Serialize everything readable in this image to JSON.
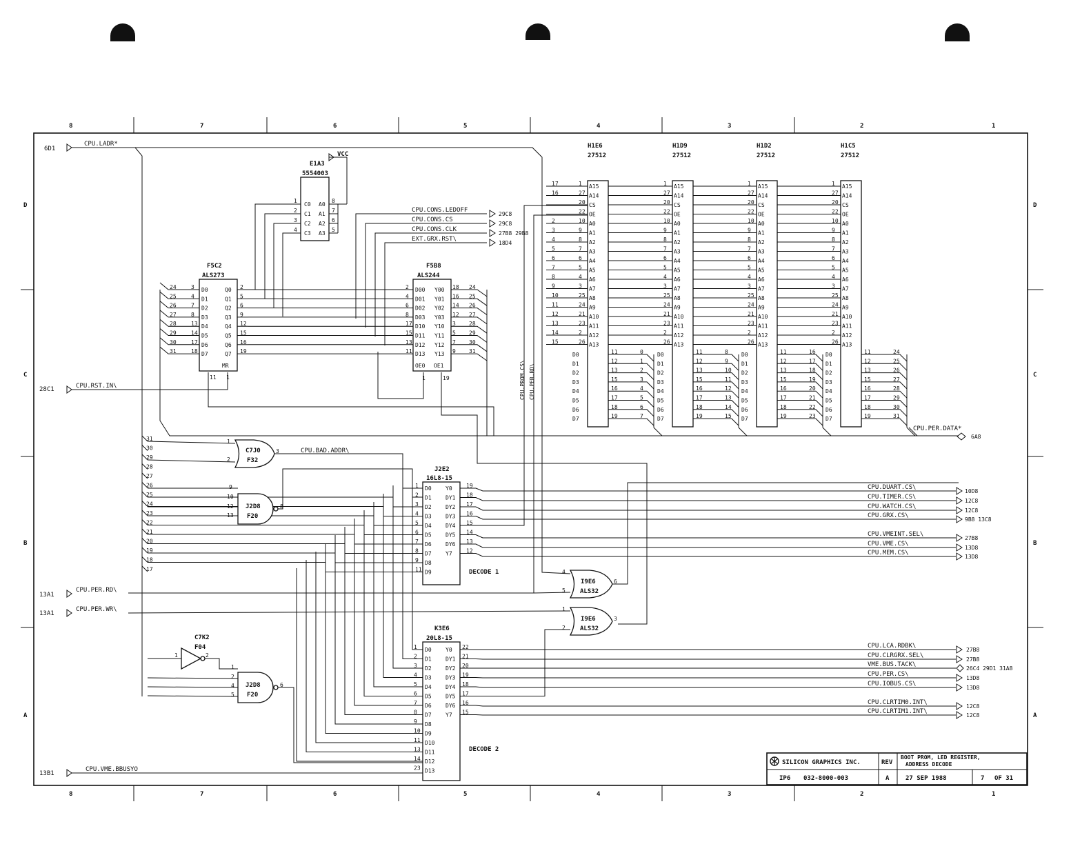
{
  "zones": [
    "8",
    "7",
    "6",
    "5",
    "4",
    "3",
    "2",
    "1"
  ],
  "rows": [
    "D",
    "C",
    "B",
    "A"
  ],
  "offpage": {
    "ladr": {
      "ref": "6D1",
      "label": "CPU.LADR*"
    },
    "rstin": {
      "ref": "28C1",
      "label": "CPU.RST.IN\\"
    },
    "perrd": {
      "ref": "13A1",
      "label": "CPU.PER.RD\\"
    },
    "perwr": {
      "ref": "13A1",
      "label": "CPU.PER.WR\\"
    },
    "bbusy": {
      "ref": "13B1",
      "label": "CPU.VME.BBUSYO"
    }
  },
  "vcc": "VCC",
  "e1a3": {
    "ref": "E1A3",
    "part": "5554003",
    "pins": [
      "C0",
      "C1",
      "C2",
      "C3",
      "A0",
      "A1",
      "A2",
      "A3"
    ],
    "left": [
      "1",
      "2",
      "3",
      "4"
    ],
    "right": [
      "8",
      "7",
      "6",
      "5"
    ]
  },
  "f5c2": {
    "ref": "F5C2",
    "part": "ALS273",
    "ins": [
      "D0",
      "D1",
      "D2",
      "D3",
      "D4",
      "D5",
      "D6",
      "D7"
    ],
    "outs": [
      "Q0",
      "Q1",
      "Q2",
      "Q3",
      "Q4",
      "Q5",
      "Q6",
      "Q7"
    ],
    "inpin": [
      "3",
      "4",
      "7",
      "8",
      "13",
      "14",
      "17",
      "18"
    ],
    "outpin": [
      "2",
      "5",
      "6",
      "9",
      "12",
      "15",
      "16",
      "19"
    ],
    "bus": [
      "24",
      "25",
      "26",
      "27",
      "28",
      "29",
      "30",
      "31"
    ],
    "mr": "MR",
    "clk": "11",
    "mrpin": "1"
  },
  "f5b8": {
    "ref": "F5B8",
    "part": "ALS244",
    "ins": [
      "D00",
      "D01",
      "D02",
      "D03",
      "D10",
      "D11",
      "D12",
      "D13"
    ],
    "outs": [
      "Y00",
      "Y01",
      "Y02",
      "Y03",
      "Y10",
      "Y11",
      "Y12",
      "Y13"
    ],
    "inpin": [
      "2",
      "4",
      "6",
      "8",
      "17",
      "15",
      "13",
      "11"
    ],
    "outpin": [
      "18",
      "16",
      "14",
      "12",
      "3",
      "5",
      "7",
      "9"
    ],
    "bus": [
      "24",
      "25",
      "26",
      "27",
      "28",
      "29",
      "30",
      "31"
    ],
    "oe0": "OE0",
    "oe1": "OE1",
    "oe0pin": "1",
    "oe1pin": "19"
  },
  "cons": [
    {
      "label": "CPU.CONS.LEDOFF",
      "ref": "29C8"
    },
    {
      "label": "CPU.CONS.CS",
      "ref": "29C8"
    },
    {
      "label": "CPU.CONS.CLK",
      "ref": "27B8 29B8"
    },
    {
      "label": "EXT.GRX.RST\\",
      "ref": "18D4"
    }
  ],
  "proms": [
    {
      "ref": "H1E6",
      "part": "27512",
      "data": [
        "0",
        "1",
        "2",
        "3",
        "4",
        "5",
        "6",
        "7"
      ]
    },
    {
      "ref": "H1D9",
      "part": "27512",
      "data": [
        "8",
        "9",
        "10",
        "11",
        "12",
        "13",
        "14",
        "15"
      ]
    },
    {
      "ref": "H1D2",
      "part": "27512",
      "data": [
        "16",
        "17",
        "18",
        "19",
        "20",
        "21",
        "22",
        "23"
      ]
    },
    {
      "ref": "H1C5",
      "part": "27512",
      "data": [
        "24",
        "25",
        "26",
        "27",
        "28",
        "29",
        "30",
        "31"
      ]
    }
  ],
  "prom_pins": {
    "names": [
      "A15",
      "A14",
      "CS",
      "OE",
      "A0",
      "A1",
      "A2",
      "A3",
      "A4",
      "A5",
      "A6",
      "A7",
      "A8",
      "A9",
      "A10",
      "A11",
      "A12",
      "A13"
    ],
    "nums": [
      "1",
      "27",
      "20",
      "22",
      "10",
      "9",
      "8",
      "7",
      "6",
      "5",
      "4",
      "3",
      "25",
      "24",
      "21",
      "23",
      "2",
      "26"
    ],
    "addr_first": [
      "17",
      "16",
      "",
      "",
      "2",
      "3",
      "4",
      "5",
      "6",
      "7",
      "8",
      "9",
      "10",
      "11",
      "12",
      "13",
      "14",
      "15"
    ],
    "dnames": [
      "D0",
      "D1",
      "D2",
      "D3",
      "D4",
      "D5",
      "D6",
      "D7"
    ],
    "dnums": [
      "11",
      "12",
      "13",
      "15",
      "16",
      "17",
      "18",
      "19"
    ]
  },
  "perdata": {
    "label": "CPU.PER.DATA*",
    "ref": "6A8"
  },
  "promcs": "CPU.PROM.CS\\",
  "perrd_v": "CPU.PER.RD\\",
  "c7j0": {
    "ref": "C7J0",
    "part": "F32",
    "in": [
      "1",
      "2"
    ],
    "out": "3",
    "bus": [
      "31",
      "30"
    ]
  },
  "badaddr": "CPU.BAD.ADDR\\",
  "j2d8a": {
    "ref": "J2D8",
    "part": "F20",
    "in": [
      "9",
      "10",
      "12",
      "13"
    ],
    "out": "8",
    "bus": [
      "27",
      "26",
      "25",
      "24"
    ]
  },
  "j2e2": {
    "ref": "J2E2",
    "part": "16L8-15",
    "caption": "DECODE 1",
    "ins": [
      "D0",
      "D1",
      "D2",
      "D3",
      "D4",
      "D5",
      "D6",
      "D7",
      "D8",
      "D9"
    ],
    "inpin": [
      "1",
      "2",
      "3",
      "4",
      "5",
      "6",
      "7",
      "8",
      "9",
      "11"
    ],
    "outs": [
      "Y0",
      "DY1",
      "DY2",
      "DY3",
      "DY4",
      "DY5",
      "DY6",
      "Y7"
    ],
    "outpin": [
      "19",
      "18",
      "17",
      "16",
      "15",
      "14",
      "13",
      "12"
    ]
  },
  "busleft": [
    "31",
    "30",
    "29",
    "28",
    "27",
    "26",
    "25",
    "24",
    "23",
    "22",
    "21",
    "20",
    "19",
    "18",
    "17"
  ],
  "outs1": [
    {
      "label": "CPU.DUART.CS\\",
      "ref": "10D8"
    },
    {
      "label": "CPU.TIMER.CS\\",
      "ref": "12C8"
    },
    {
      "label": "CPU.WATCH.CS\\",
      "ref": "12C8"
    },
    {
      "label": "CPU.GRX.CS\\",
      "ref": "9B8 13C8"
    },
    {
      "label": "CPU.VMEINT.SEL\\",
      "ref": "27B8"
    },
    {
      "label": "CPU.VME.CS\\",
      "ref": "13D8"
    },
    {
      "label": "CPU.MEM.CS\\",
      "ref": "13D8"
    }
  ],
  "i9e6a": {
    "ref": "I9E6",
    "part": "ALS32",
    "in": [
      "4",
      "5"
    ],
    "out": "6"
  },
  "i9e6b": {
    "ref": "I9E6",
    "part": "ALS32",
    "in": [
      "1",
      "2"
    ],
    "out": "3"
  },
  "c7k2": {
    "ref": "C7K2",
    "part": "F04",
    "in": "1",
    "out": "2",
    "bus": "25"
  },
  "j2d8b": {
    "ref": "J2D8",
    "part": "F20",
    "in": [
      "1",
      "2",
      "4",
      "5"
    ],
    "out": "6",
    "bus": [
      "24",
      "26",
      "27"
    ]
  },
  "k3e6": {
    "ref": "K3E6",
    "part": "20L8-15",
    "caption": "DECODE 2",
    "ins": [
      "D0",
      "D1",
      "D2",
      "D3",
      "D4",
      "D5",
      "D6",
      "D7",
      "D8",
      "D9",
      "D10",
      "D11",
      "D12",
      "D13"
    ],
    "inpin": [
      "1",
      "2",
      "3",
      "4",
      "5",
      "6",
      "7",
      "8",
      "9",
      "10",
      "11",
      "13",
      "14",
      "23"
    ],
    "outs": [
      "Y0",
      "DY1",
      "DY2",
      "DY3",
      "DY4",
      "DY5",
      "DY6",
      "Y7"
    ],
    "outpin": [
      "22",
      "21",
      "20",
      "19",
      "18",
      "17",
      "16",
      "15"
    ]
  },
  "outs2": [
    {
      "label": "CPU.LCA.RDBK\\",
      "ref": "27B8"
    },
    {
      "label": "CPU.CLRGRX.SEL\\",
      "ref": "27B8"
    },
    {
      "label": "VME.BUS.TACK\\",
      "ref": "26C4 29D1 31A8"
    },
    {
      "label": "CPU.PER.CS\\",
      "ref": "13D8"
    },
    {
      "label": "CPU.IOBUS.CS\\",
      "ref": "13D8"
    },
    {
      "label": "CPU.CLRTIM0.INT\\",
      "ref": "12C8"
    },
    {
      "label": "CPU.CLRTIM1.INT\\",
      "ref": "12C8"
    }
  ],
  "titleblock": {
    "company": "SILICON GRAPHICS INC.",
    "rev_label": "REV",
    "title1": "BOOT PROM, LED REGISTER,",
    "title2": "ADDRESS DECODE",
    "board": "IP6",
    "doc": "032-8000-003",
    "rev": "A",
    "date": "27 SEP 1988",
    "sheet": "7",
    "of": "OF 31"
  }
}
